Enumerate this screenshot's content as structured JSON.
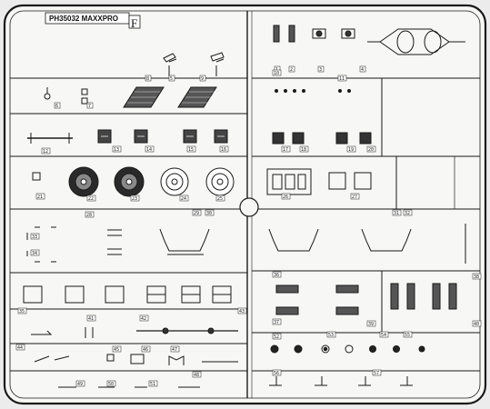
{
  "header": {
    "part_code": "PH35032 MAXXPRO",
    "sprue_letter": "F"
  },
  "part_numbers": [
    "1",
    "2",
    "3",
    "4",
    "5",
    "6",
    "7",
    "8",
    "9",
    "10",
    "11",
    "12",
    "13",
    "14",
    "15",
    "16",
    "17",
    "18",
    "19",
    "20",
    "21",
    "22",
    "23",
    "24",
    "25",
    "26",
    "27",
    "28",
    "29",
    "30",
    "31",
    "32",
    "33",
    "34",
    "35",
    "36",
    "37",
    "38",
    "39",
    "40",
    "41",
    "42",
    "43",
    "44",
    "45",
    "46",
    "47",
    "48",
    "49",
    "50",
    "51",
    "52",
    "53",
    "54",
    "55",
    "56",
    "57"
  ],
  "colors": {
    "line": "#1a1a1a",
    "paper": "#f7f7f5",
    "background": "#ececec"
  }
}
